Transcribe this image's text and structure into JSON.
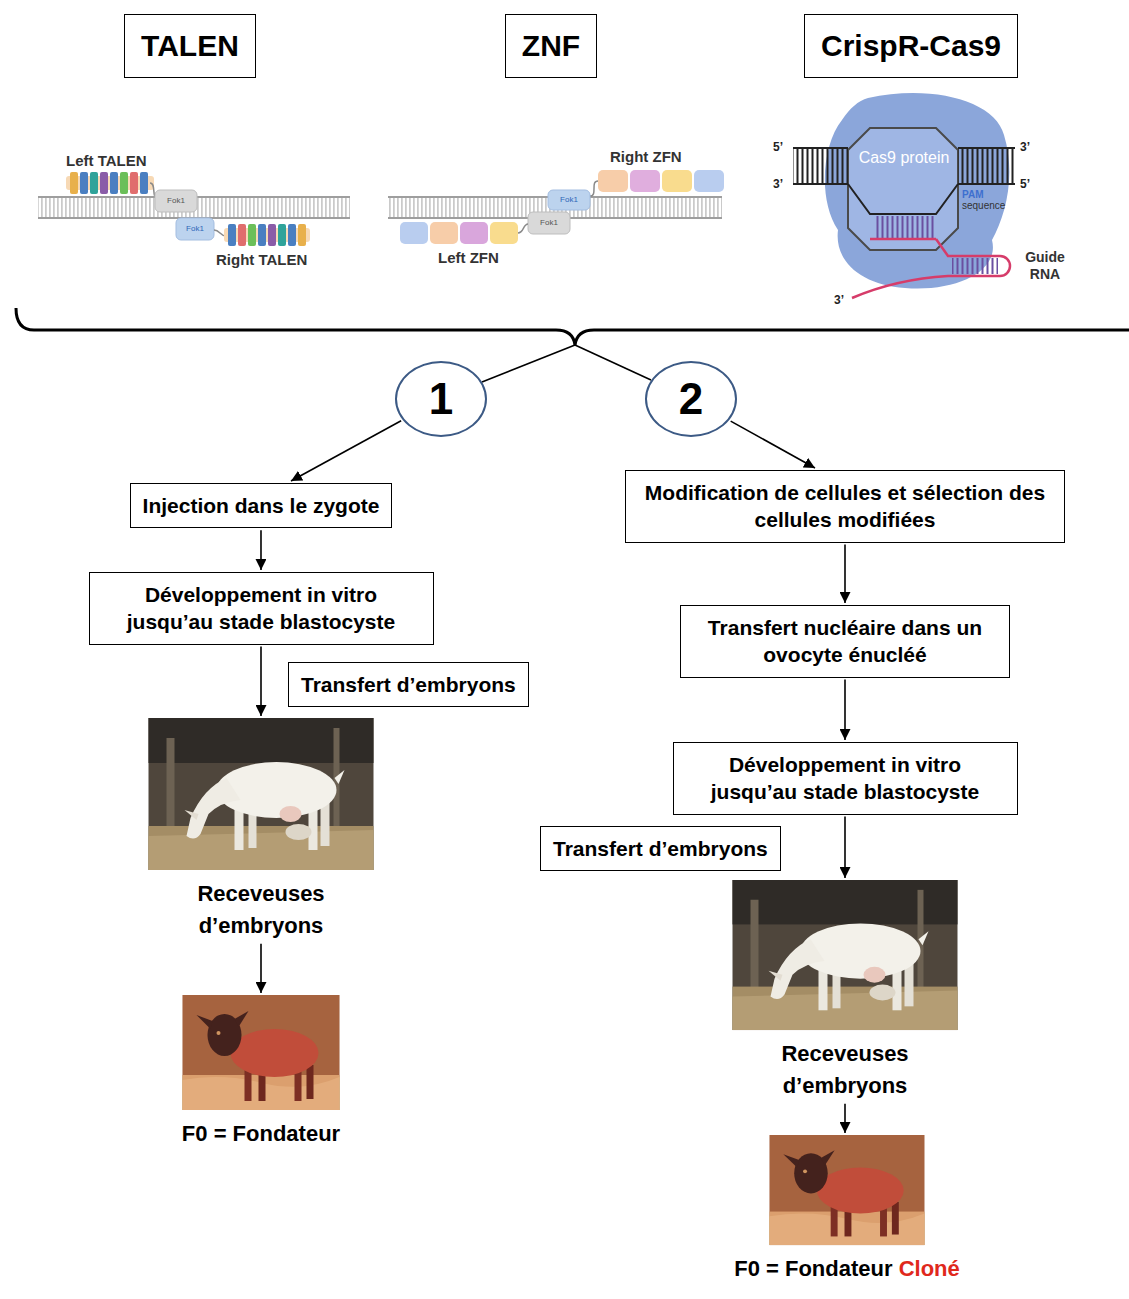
{
  "diagram": {
    "nodes": [
      {
        "text": [
          "TALEN"
        ]
      },
      {
        "text": [
          "ZNF"
        ]
      },
      {
        "text": [
          "CrispR-Cas9"
        ]
      },
      {
        "text": [
          "1"
        ]
      },
      {
        "text": [
          "2"
        ]
      },
      {
        "text": [
          "Injection dans le zygote"
        ]
      },
      {
        "text": [
          "Développement in vitro jusqu’au stade blastocyste"
        ]
      },
      {
        "text": [
          "Transfert d’embryons"
        ]
      },
      {
        "text": [
          "Receveuses d’embryons"
        ]
      },
      {
        "text": [
          "F0 = Fondateur"
        ]
      },
      {
        "text": [
          "Modification de cellules et sélection des cellules modifiées"
        ]
      },
      {
        "text": [
          "Transfert nucléaire dans un ovocyte énucléé"
        ]
      },
      {
        "text": [
          "Développement in vitro jusqu’au stade blastocyste"
        ]
      },
      {
        "text": [
          "Transfert d’embryons"
        ]
      },
      {
        "text": [
          "Receveuses d’embryons"
        ]
      },
      {
        "text": [
          "F0 = Fondateur",
          "Cloné"
        ]
      }
    ],
    "edges": [
      {
        "from": 3,
        "to": 5,
        "arrow": "to"
      },
      {
        "from": 5,
        "to": 6,
        "arrow": "to"
      },
      {
        "from": 6,
        "to": 8,
        "arrow": "to"
      },
      {
        "from": 8,
        "to": 9,
        "arrow": "to"
      },
      {
        "from": 4,
        "to": 10,
        "arrow": "to"
      },
      {
        "from": 10,
        "to": 11,
        "arrow": "to"
      },
      {
        "from": 11,
        "to": 12,
        "arrow": "to"
      },
      {
        "from": 12,
        "to": 14,
        "arrow": "to"
      },
      {
        "from": 14,
        "to": 15,
        "arrow": "to"
      }
    ],
    "labels": [
      "Left TALEN",
      "Fok1",
      "Fok1",
      "Right TALEN",
      "Right ZFN",
      "Fok1",
      "Fok1",
      "Left ZFN",
      "5’",
      "3’",
      "3’",
      "5’",
      "Cas9 protein",
      "PAM",
      "sequence",
      "Guide RNA",
      "3’"
    ]
  }
}
